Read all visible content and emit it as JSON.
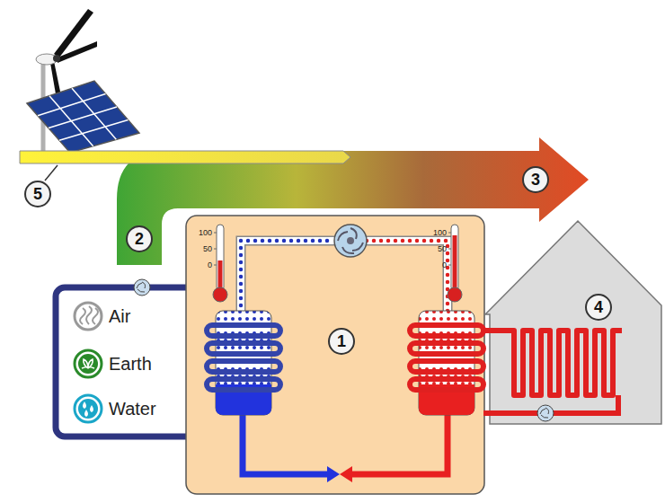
{
  "diagram": {
    "labels": [
      "5",
      "3",
      "2",
      "100",
      "50",
      "0",
      "100",
      "50",
      "0",
      "1",
      "4",
      "Air",
      "Earth",
      "Water"
    ]
  }
}
